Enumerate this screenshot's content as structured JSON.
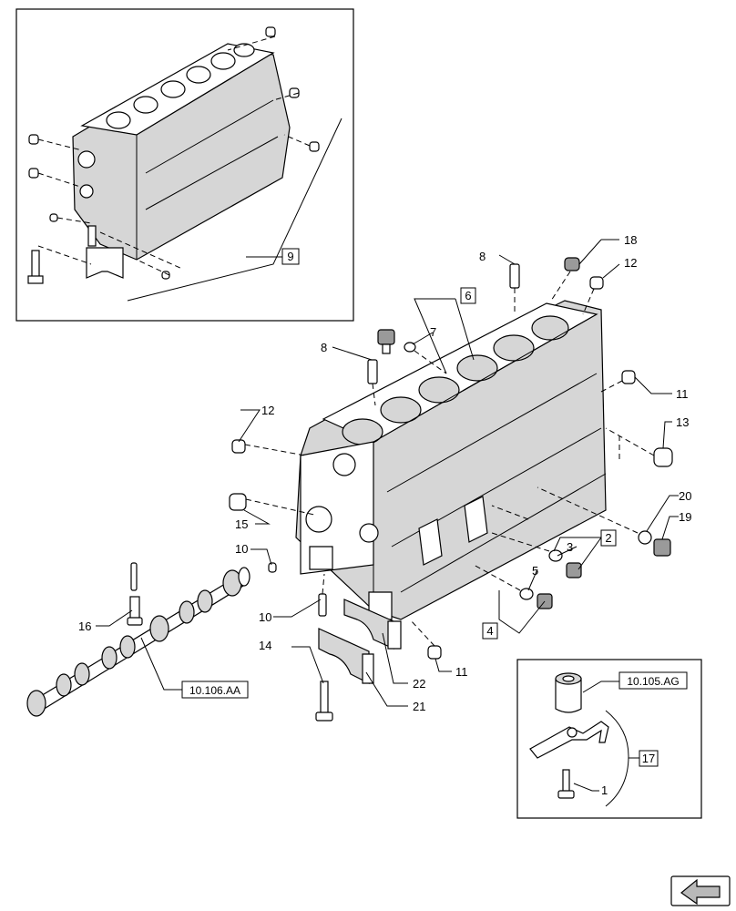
{
  "callouts": {
    "c1": "1",
    "c2": "2",
    "c3": "3",
    "c4": "4",
    "c5": "5",
    "c6": "6",
    "c7": "7",
    "c8a": "8",
    "c8b": "8",
    "c9": "9",
    "c10a": "10",
    "c10b": "10",
    "c11a": "11",
    "c11b": "11",
    "c12a": "12",
    "c12b": "12",
    "c13": "13",
    "c14": "14",
    "c15": "15",
    "c16": "16",
    "c17": "17",
    "c18": "18",
    "c19": "19",
    "c20": "20",
    "c21": "21",
    "c22": "22"
  },
  "references": {
    "camshaft": "10.106.AA",
    "tappet": "10.105.AG"
  },
  "icons": {
    "corner": "page-turn-arrow-icon"
  }
}
